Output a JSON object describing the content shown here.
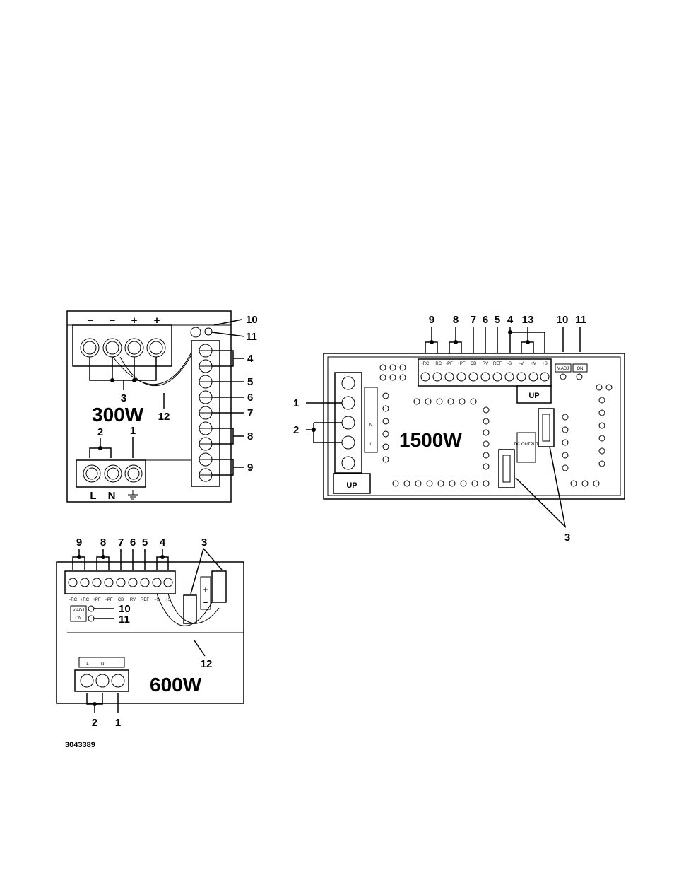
{
  "figure_id": "3043389",
  "units": {
    "w300": {
      "title": "300W",
      "top_terminals": [
        "−",
        "−",
        "+",
        "+"
      ],
      "bottom_terminals": [
        "L",
        "N"
      ],
      "callouts": [
        "10",
        "11",
        "4",
        "5",
        "6",
        "7",
        "8",
        "9",
        "3",
        "12",
        "2",
        "1"
      ]
    },
    "w1500": {
      "title": "1500W",
      "terminal_labels": [
        "-RC",
        "+RC",
        "-PF",
        "+PF",
        "CB",
        "RV",
        "REF",
        "-S",
        "-V",
        "+V",
        "+S"
      ],
      "adj_labels": [
        "V.ADJ",
        "ON"
      ],
      "input_labels": [
        "N",
        "L"
      ],
      "up_label": "UP",
      "dc_output": "DC OUTPUT",
      "callouts": [
        "9",
        "8",
        "7",
        "6",
        "5",
        "4",
        "13",
        "10",
        "11",
        "1",
        "2",
        "3"
      ]
    },
    "w600": {
      "title": "600W",
      "terminal_labels": [
        "−RC",
        "+RC",
        "+PF",
        "−PF",
        "CB",
        "RV",
        "REF",
        "−S",
        "+S"
      ],
      "adj_labels": [
        "V.ADJ",
        "ON"
      ],
      "input_labels": [
        "L",
        "N"
      ],
      "callouts": [
        "9",
        "8",
        "7",
        "6",
        "5",
        "4",
        "3",
        "10",
        "11",
        "12",
        "2",
        "1"
      ]
    }
  }
}
